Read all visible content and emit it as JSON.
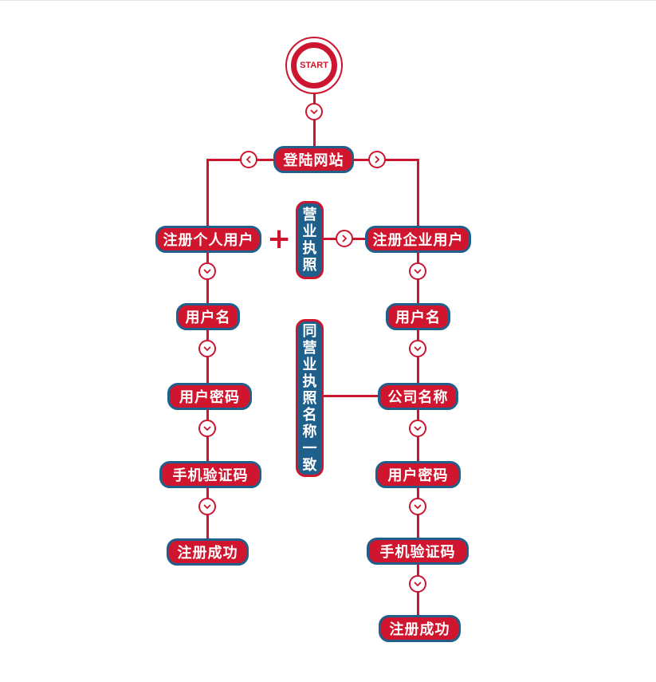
{
  "start": {
    "label": "START"
  },
  "colors": {
    "red": "#d0152e",
    "blue": "#1f5f8b",
    "line": "#cc1630"
  },
  "top": {
    "visit_site": "登陆网站"
  },
  "personal": {
    "register": "注册个人用户",
    "username": "用户名",
    "password": "用户密码",
    "sms_code": "手机验证码",
    "success": "注册成功"
  },
  "business": {
    "register": "注册企业用户",
    "username": "用户名",
    "company_name": "公司名称",
    "password": "用户密码",
    "sms_code": "手机验证码",
    "success": "注册成功"
  },
  "middle": {
    "plus": "+",
    "license_chars": [
      "营",
      "业",
      "执",
      "照"
    ],
    "same_name_chars": [
      "同",
      "营",
      "业",
      "执",
      "照",
      "名",
      "称",
      "一",
      "致"
    ]
  },
  "icons": {
    "arrow_down": "chevron-down-icon",
    "arrow_left": "chevron-left-icon",
    "arrow_right": "chevron-right-icon"
  }
}
